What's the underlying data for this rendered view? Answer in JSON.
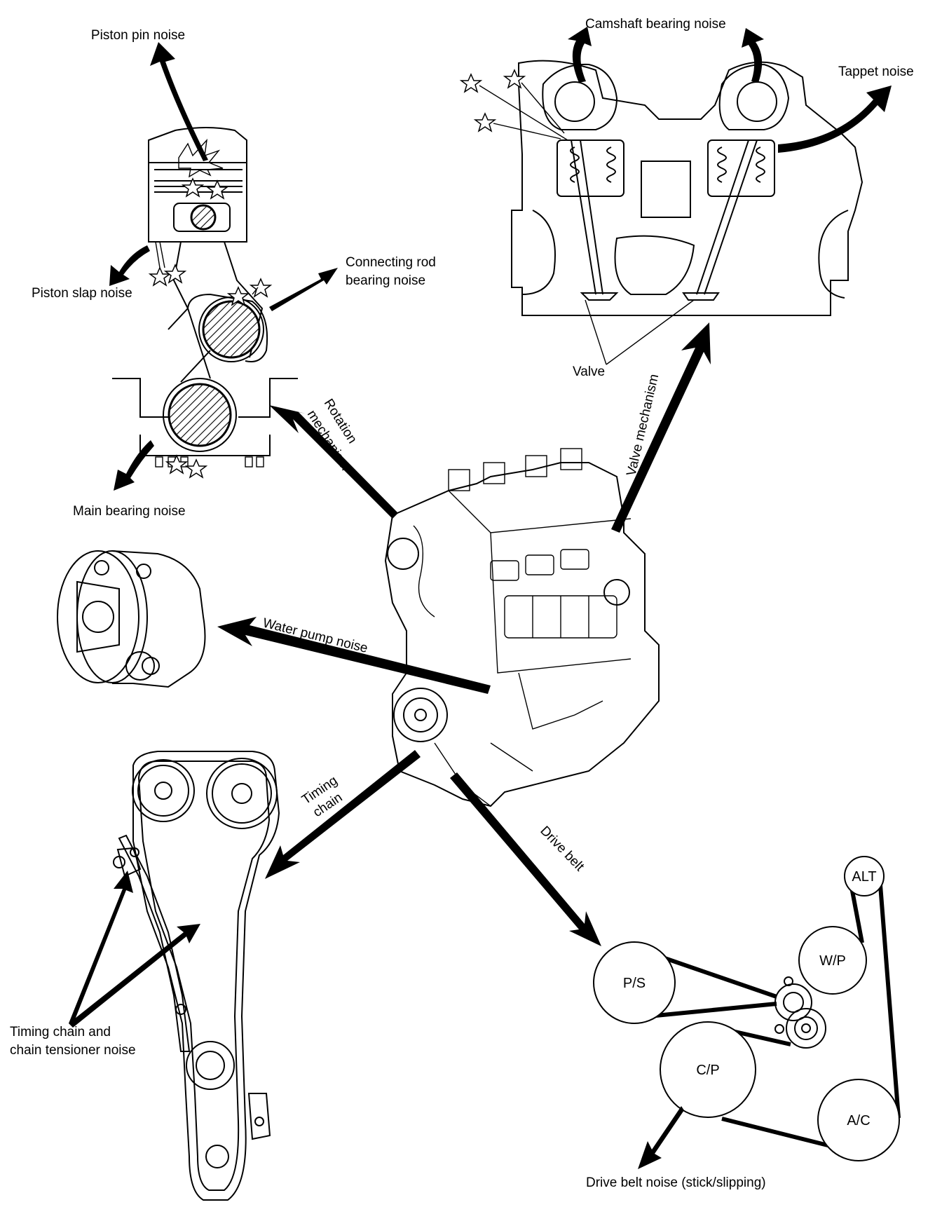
{
  "labels": {
    "piston_pin_noise": "Piston pin noise",
    "piston_slap_noise": "Piston slap noise",
    "connecting_rod_line1": "Connecting rod",
    "connecting_rod_line2": "bearing noise",
    "main_bearing_noise": "Main bearing noise",
    "camshaft_bearing_noise": "Camshaft bearing noise",
    "tappet_noise": "Tappet noise",
    "valve": "Valve",
    "rotation_line1": "Rotation",
    "rotation_line2": "mechanism",
    "valve_mechanism": "Valve mechanism",
    "water_pump_noise": "Water pump noise",
    "timing_chain_line1": "Timing",
    "timing_chain_line2": "chain",
    "drive_belt": "Drive belt",
    "timing_noise_line1": "Timing chain and",
    "timing_noise_line2": "chain tensioner noise",
    "drive_belt_noise": "Drive belt noise (stick/slipping)"
  },
  "pulleys": {
    "alt": "ALT",
    "wp": "W/P",
    "ps": "P/S",
    "cp": "C/P",
    "ac": "A/C"
  }
}
